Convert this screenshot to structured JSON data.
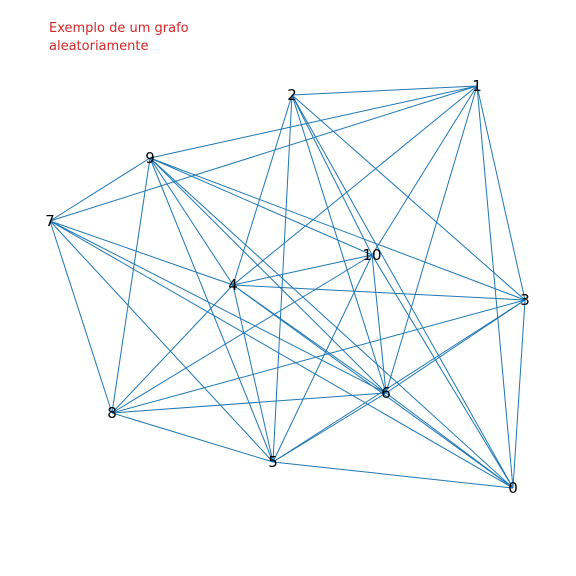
{
  "caption": "Exemplo de um grafo\naleatoriamente",
  "colors": {
    "caption": "#d62728",
    "edge": "#1f77b4",
    "label": "#000000"
  },
  "graph": {
    "nodes": [
      "0",
      "1",
      "2",
      "3",
      "4",
      "5",
      "6",
      "7",
      "8",
      "9",
      "10"
    ],
    "edges": [
      [
        "2",
        "1"
      ],
      [
        "2",
        "10"
      ],
      [
        "2",
        "3"
      ],
      [
        "2",
        "4"
      ],
      [
        "2",
        "5"
      ],
      [
        "2",
        "6"
      ],
      [
        "2",
        "0"
      ],
      [
        "1",
        "9"
      ],
      [
        "1",
        "7"
      ],
      [
        "1",
        "10"
      ],
      [
        "1",
        "3"
      ],
      [
        "1",
        "4"
      ],
      [
        "1",
        "6"
      ],
      [
        "1",
        "0"
      ],
      [
        "9",
        "7"
      ],
      [
        "9",
        "10"
      ],
      [
        "9",
        "3"
      ],
      [
        "9",
        "4"
      ],
      [
        "9",
        "6"
      ],
      [
        "9",
        "0"
      ],
      [
        "9",
        "8"
      ],
      [
        "9",
        "5"
      ],
      [
        "7",
        "4"
      ],
      [
        "7",
        "6"
      ],
      [
        "7",
        "0"
      ],
      [
        "7",
        "8"
      ],
      [
        "7",
        "5"
      ],
      [
        "10",
        "4"
      ],
      [
        "10",
        "6"
      ],
      [
        "10",
        "0"
      ],
      [
        "10",
        "8"
      ],
      [
        "10",
        "5"
      ],
      [
        "4",
        "3"
      ],
      [
        "4",
        "6"
      ],
      [
        "4",
        "0"
      ],
      [
        "4",
        "8"
      ],
      [
        "4",
        "5"
      ],
      [
        "3",
        "6"
      ],
      [
        "3",
        "8"
      ],
      [
        "3",
        "5"
      ],
      [
        "3",
        "0"
      ],
      [
        "8",
        "6"
      ],
      [
        "8",
        "5"
      ],
      [
        "6",
        "5"
      ],
      [
        "6",
        "0"
      ],
      [
        "5",
        "0"
      ]
    ]
  }
}
